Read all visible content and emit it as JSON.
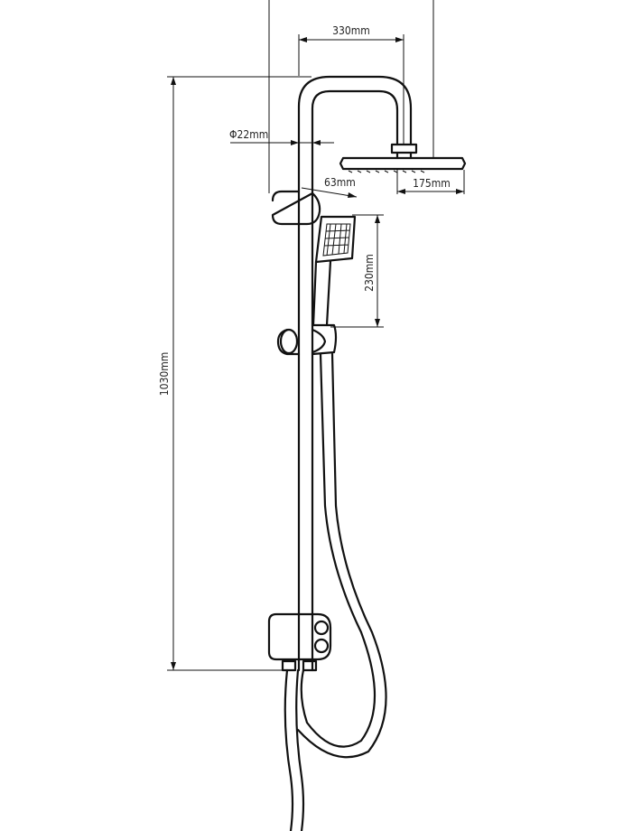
{
  "dimensions": {
    "top_width": "330mm",
    "pipe_diameter": "Φ22mm",
    "hand_shower_width": "63mm",
    "head_diameter": "175mm",
    "hand_shower_length": "230mm",
    "total_height": "1030mm"
  },
  "colors": {
    "line": "#111111",
    "background": "#ffffff"
  }
}
